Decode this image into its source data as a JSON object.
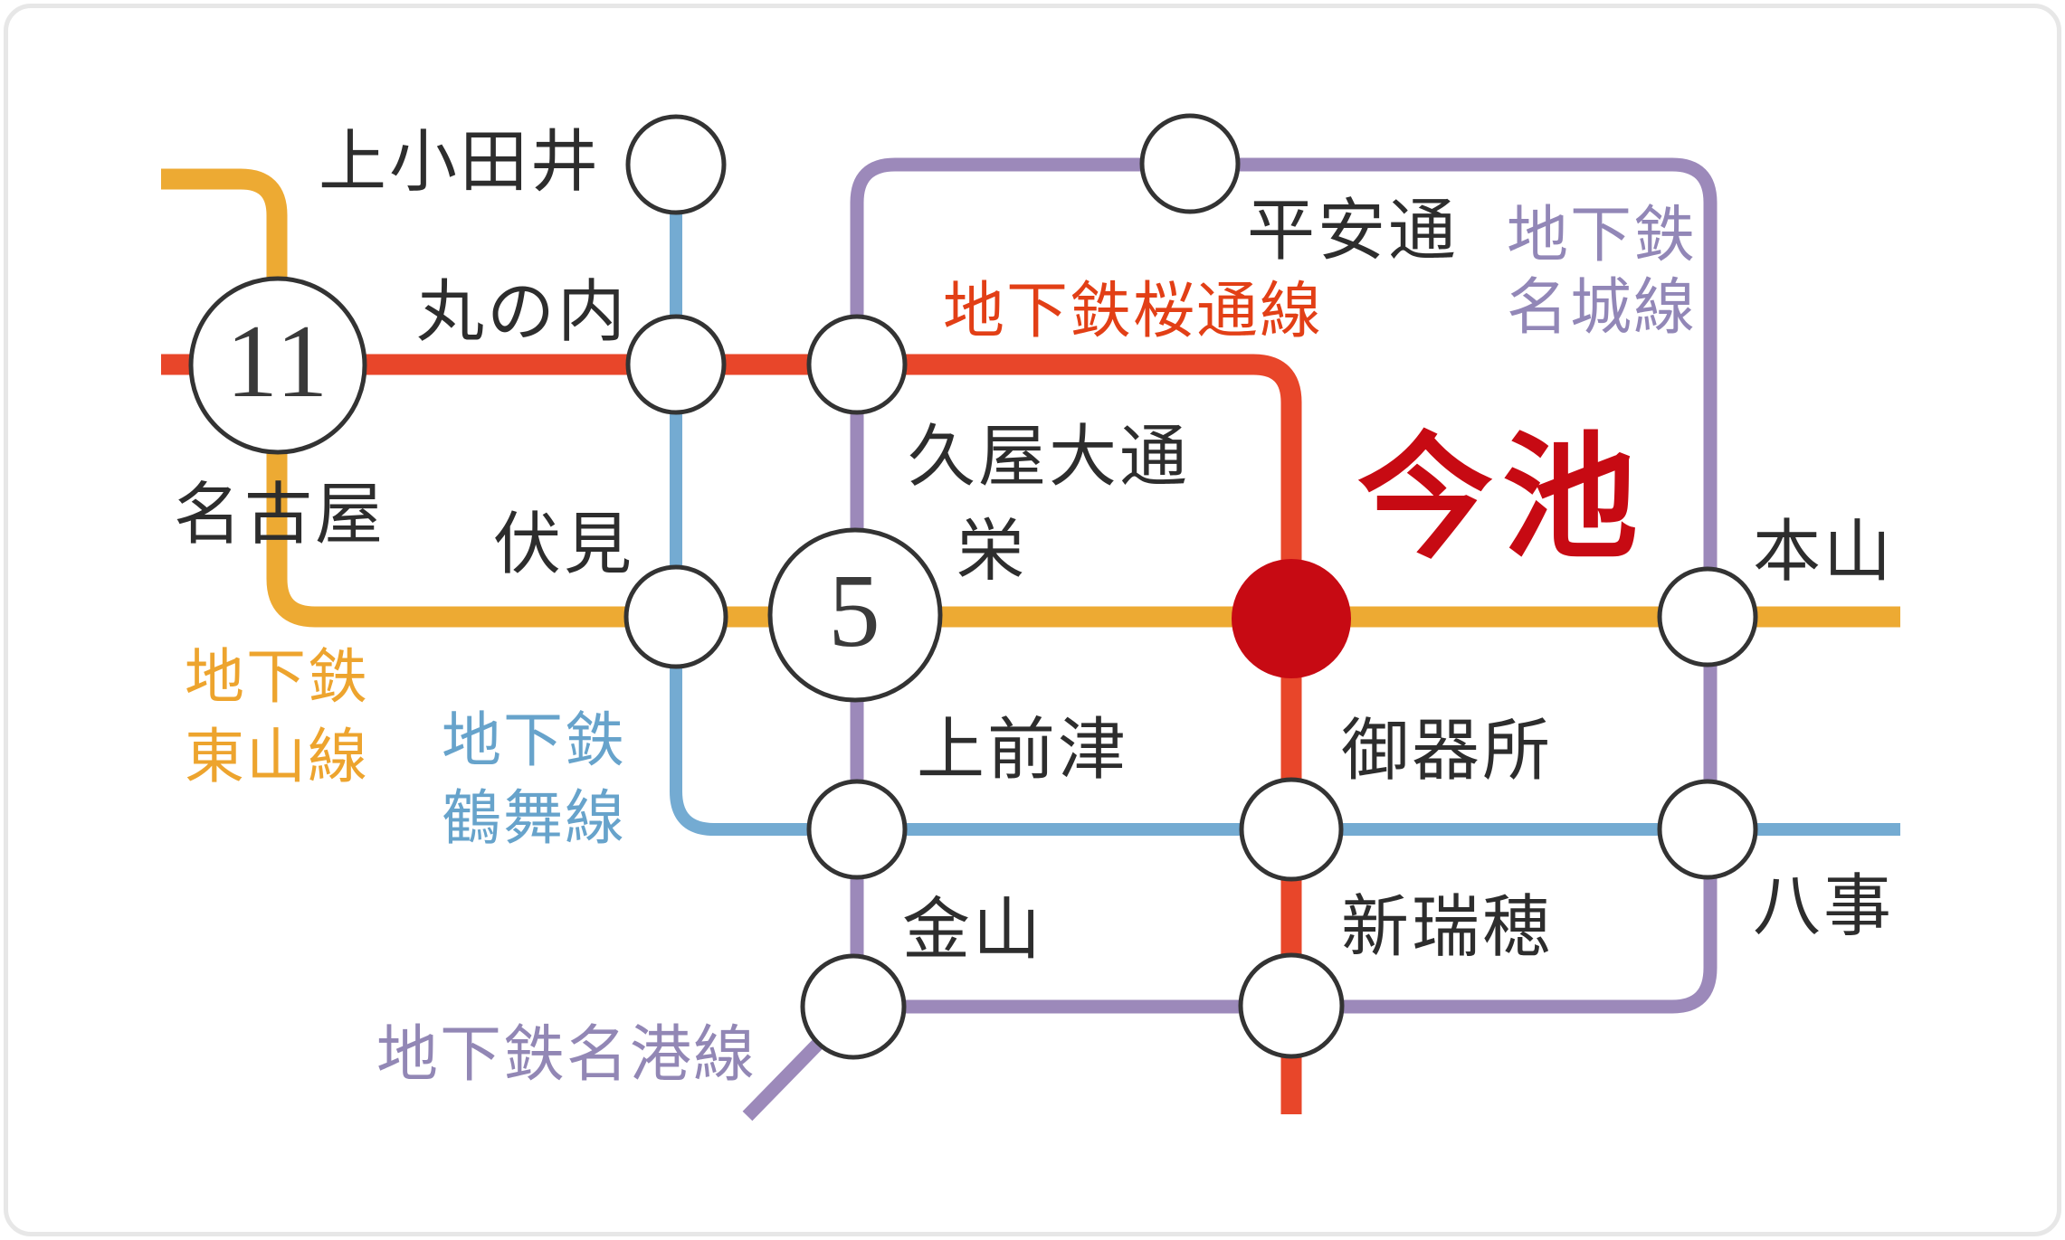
{
  "lines": {
    "sakuradori": {
      "label": "地下鉄桜通線",
      "color": "#e8462a"
    },
    "meijo": {
      "label_line1": "地下鉄",
      "label_line2": "名城線",
      "color": "#9c89ba"
    },
    "higashiyama": {
      "label_line1": "地下鉄",
      "label_line2": "東山線",
      "color": "#edaa33"
    },
    "tsurumai": {
      "label_line1": "地下鉄",
      "label_line2": "鶴舞線",
      "color": "#74abd2"
    },
    "meiko": {
      "label": "地下鉄名港線",
      "color": "#9c89ba"
    }
  },
  "stations": {
    "kamiotai": {
      "name": "上小田井"
    },
    "marunouchi": {
      "name": "丸の内"
    },
    "nagoya": {
      "name": "名古屋",
      "badge": "11"
    },
    "fushimi": {
      "name": "伏見"
    },
    "sakae": {
      "name": "栄",
      "badge": "5"
    },
    "hisayaodori": {
      "name": "久屋大通"
    },
    "heiandori": {
      "name": "平安通"
    },
    "imaike": {
      "name": "今池",
      "highlight_color": "#c70a13"
    },
    "motoyama": {
      "name": "本山"
    },
    "kamimaezu": {
      "name": "上前津"
    },
    "gokiso": {
      "name": "御器所"
    },
    "yagoto": {
      "name": "八事"
    },
    "kanayama": {
      "name": "金山"
    },
    "aratamabashi": {
      "name": "新瑞穂"
    }
  }
}
